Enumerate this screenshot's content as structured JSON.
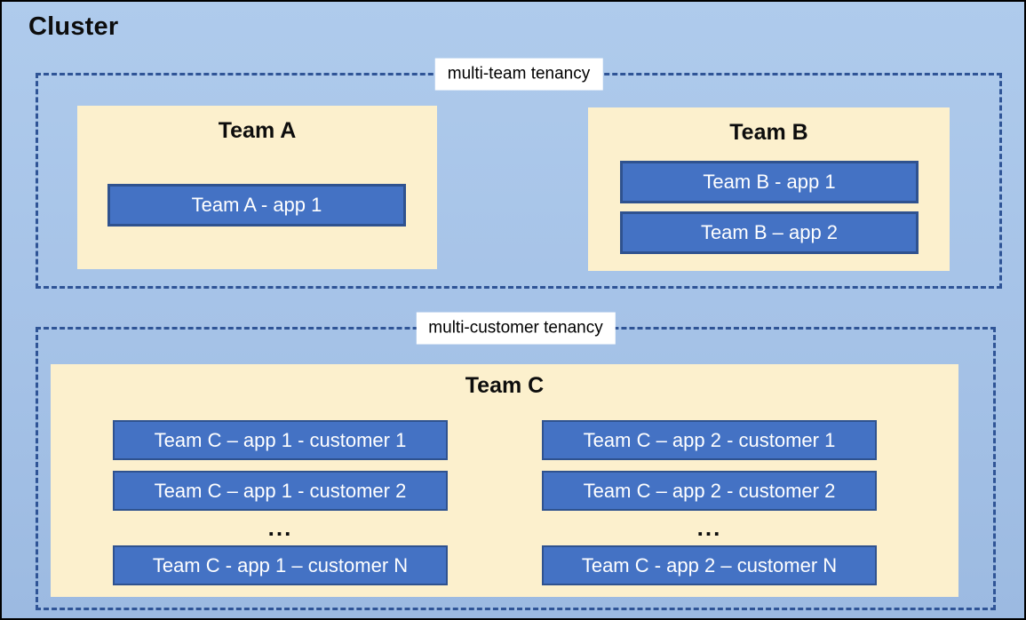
{
  "diagram": {
    "title": "Cluster",
    "sections": [
      {
        "label": "multi-team tenancy",
        "teams": [
          {
            "name": "Team A",
            "apps": [
              "Team A - app 1"
            ]
          },
          {
            "name": "Team B",
            "apps": [
              "Team B - app 1",
              "Team B – app 2"
            ]
          }
        ]
      },
      {
        "label": "multi-customer tenancy",
        "teams": [
          {
            "name": "Team C",
            "columns": [
              {
                "apps": [
                  "Team C – app 1 - customer 1",
                  "Team C – app 1 - customer 2"
                ],
                "ellipsis": "...",
                "app_last": "Team C - app 1 – customer N"
              },
              {
                "apps": [
                  "Team C – app 2 - customer 1",
                  "Team C – app 2 - customer 2"
                ],
                "ellipsis": "...",
                "app_last": "Team C - app 2 – customer N"
              }
            ]
          }
        ]
      }
    ]
  },
  "colors": {
    "canvas_blue_top": "#AFCBEC",
    "canvas_blue_bottom": "#9CBAE1",
    "panel_cream": "#FCF0CD",
    "app_fill_blue": "#4472C4",
    "app_border_blue": "#2F528F",
    "dashed_border_blue": "#2F5496",
    "outer_border": "#000000",
    "label_background": "#FFFFFF",
    "title_text": "#0D0D0D",
    "app_text": "#FFFFFF"
  }
}
